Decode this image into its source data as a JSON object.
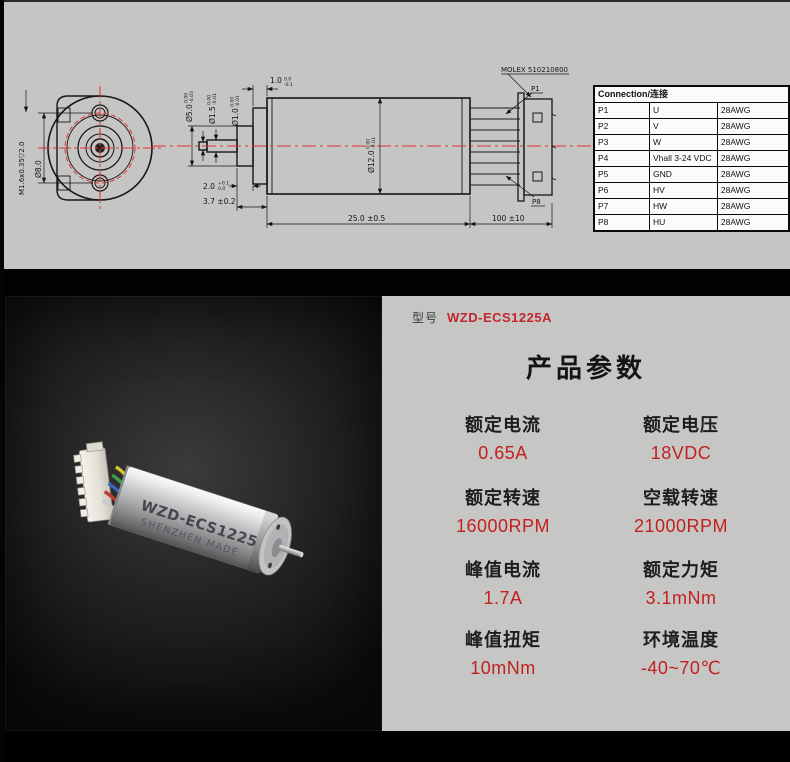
{
  "colors": {
    "drawing_bg": "#c5c6c4",
    "panel_bg": "#c6c7c4",
    "accent_red": "#c1272d",
    "value_red": "#c32020",
    "centerline_red": "#e43333",
    "line_black": "#141414"
  },
  "drawing": {
    "front": {
      "thread_label": "M1.6x0.35▽2.0",
      "bolt_circle": "Ø8.0"
    },
    "side": {
      "dim_cap": "1.0",
      "dim_cap_tol_top": "0.0",
      "dim_cap_tol_bot": "-0.1",
      "dia5": "Ø5.0",
      "dia5_tol_top": "0.00",
      "dia5_tol_bot": "-0.03",
      "dia15": "Ø1.5",
      "dia15_tol_top": "0.00",
      "dia15_tol_bot": "-0.01",
      "dia10": "Ø1.0",
      "dia10_tol_top": "0.00",
      "dia10_tol_bot": "-0.01",
      "dia12": "Ø12.0",
      "dia12_tol_top": "0.00",
      "dia12_tol_bot": "-0.01",
      "dim_step": "2.0",
      "dim_step_tol_top": "+0.1",
      "dim_step_tol_bot": "0.0",
      "dim_shaft": "3.7 ±0.2",
      "dim_body": "25.0 ±0.5",
      "dim_cable": "100 ±10"
    },
    "connector": {
      "part_label": "MOLEX 510210800",
      "pin_first": "P1",
      "pin_last": "P8"
    }
  },
  "connection_table": {
    "header": "Connection/连接",
    "rows": [
      {
        "pin": "P1",
        "signal": "U",
        "wire": "28AWG"
      },
      {
        "pin": "P2",
        "signal": "V",
        "wire": "28AWG"
      },
      {
        "pin": "P3",
        "signal": "W",
        "wire": "28AWG"
      },
      {
        "pin": "P4",
        "signal": "Vhall 3-24 VDC",
        "wire": "28AWG"
      },
      {
        "pin": "P5",
        "signal": "GND",
        "wire": "28AWG"
      },
      {
        "pin": "P6",
        "signal": "HV",
        "wire": "28AWG"
      },
      {
        "pin": "P7",
        "signal": "HW",
        "wire": "28AWG"
      },
      {
        "pin": "P8",
        "signal": "HU",
        "wire": "28AWG"
      }
    ]
  },
  "photo": {
    "body_line1": "WZD-ECS1225",
    "body_line2": "SHENZHEN MADE"
  },
  "product": {
    "model_label": "型号",
    "model": "WZD-ECS1225A",
    "title": "产品参数",
    "params": [
      {
        "label": "额定电流",
        "value": "0.65A"
      },
      {
        "label": "额定电压",
        "value": "18VDC"
      },
      {
        "label": "额定转速",
        "value": "16000RPM"
      },
      {
        "label": "空载转速",
        "value": "21000RPM"
      },
      {
        "label": "峰值电流",
        "value": "1.7A"
      },
      {
        "label": "额定力矩",
        "value": "3.1mNm"
      },
      {
        "label": "峰值扭矩",
        "value": "10mNm"
      },
      {
        "label": "环境温度",
        "value": "-40~70℃"
      }
    ]
  }
}
